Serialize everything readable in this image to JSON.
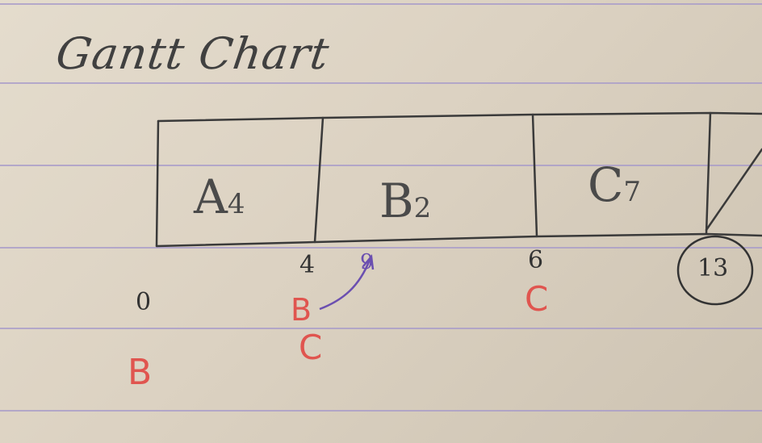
{
  "title": "Gantt Chart",
  "segments": [
    {
      "name": "A",
      "burst": "4"
    },
    {
      "name": "B",
      "burst": "2"
    },
    {
      "name": "C",
      "burst": "7"
    }
  ],
  "ticks": [
    "0",
    "4",
    "6",
    "13"
  ],
  "arrival_label": "9",
  "ready_queue": {
    "t0": [
      "B"
    ],
    "t4": [
      "B",
      "C"
    ],
    "t6": [
      "C"
    ]
  },
  "colors": {
    "ink": "#3b3b3b",
    "red": "#e0554f",
    "purple": "#6b4fb0",
    "rule": "#a79bc9"
  }
}
